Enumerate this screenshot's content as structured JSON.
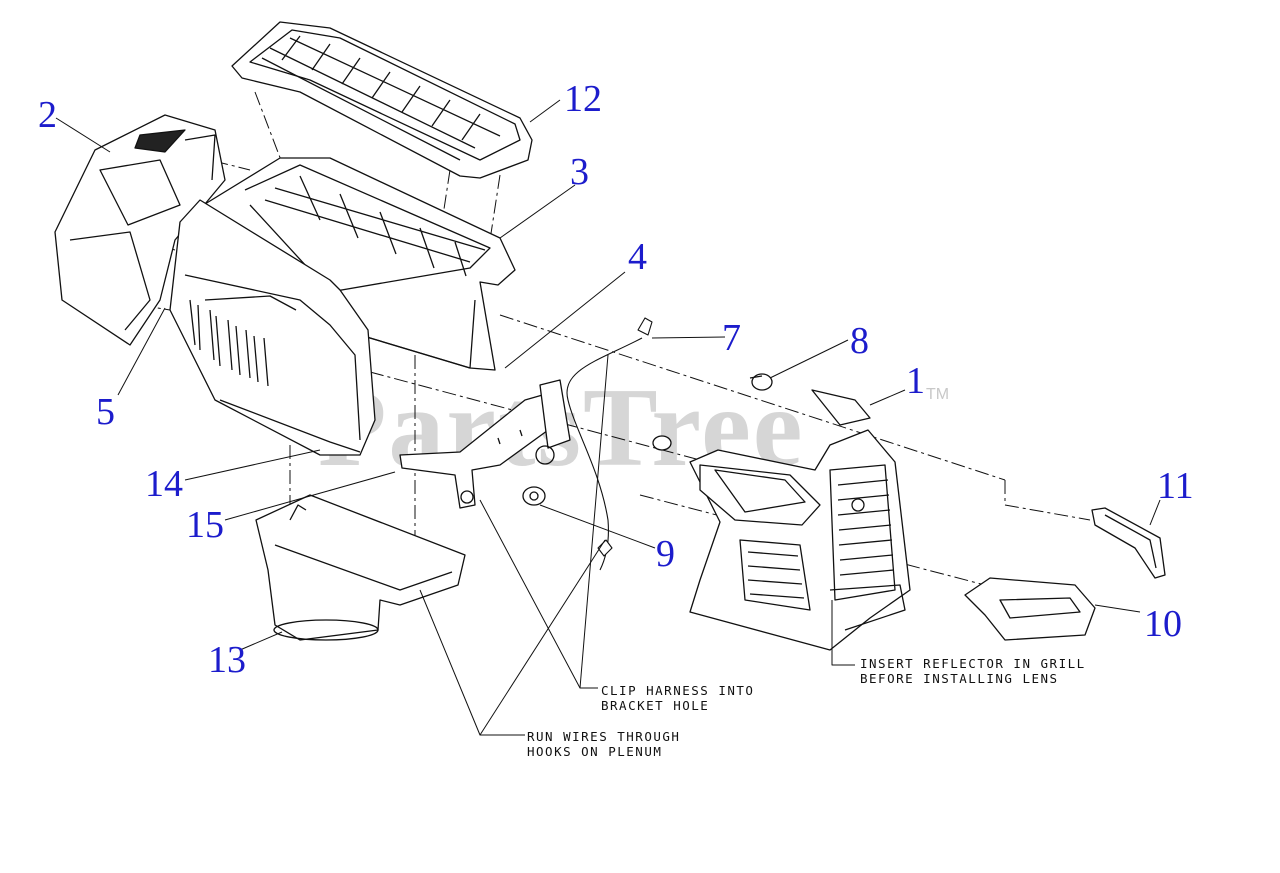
{
  "watermark": {
    "text": "PartsTree",
    "trademark": "TM"
  },
  "callouts": {
    "c1": "1",
    "c2": "2",
    "c3": "3",
    "c4": "4",
    "c5": "5",
    "c7": "7",
    "c8": "8",
    "c9": "9",
    "c10": "10",
    "c11": "11",
    "c12": "12",
    "c13": "13",
    "c14": "14",
    "c15": "15"
  },
  "notes": {
    "reflector": {
      "line1": "INSERT REFLECTOR IN GRILL",
      "line2": "BEFORE INSTALLING LENS"
    },
    "clip": {
      "line1": "CLIP HARNESS INTO",
      "line2": "BRACKET HOLE"
    },
    "wires": {
      "line1": "RUN WIRES THROUGH",
      "line2": "HOOKS ON PLENUM"
    }
  },
  "colors": {
    "callout": "#1c1ccc",
    "line": "#111111",
    "watermark": "#d6d6d6"
  }
}
